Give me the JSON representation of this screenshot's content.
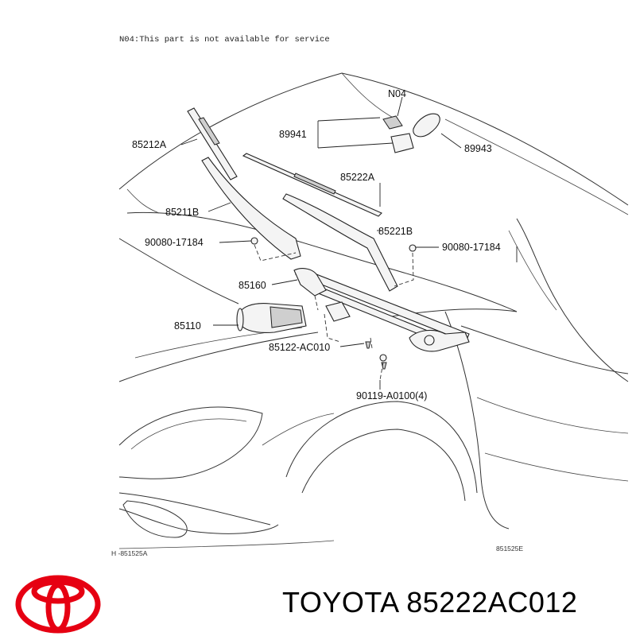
{
  "note": "N04:This part is not available for service",
  "callouts": {
    "n04": "N04",
    "p89941": "89941",
    "p89943": "89943",
    "p85212A": "85212A",
    "p85222A": "85222A",
    "p85211B": "85211B",
    "p85221B": "85221B",
    "p90080_left": "90080-17184",
    "p90080_right": "90080-17184",
    "p85160": "85160",
    "p85110": "85110",
    "p85122": "85122-AC010",
    "p90119": "90119-A0100(4)"
  },
  "figure_codes": {
    "left": "H -851525A",
    "right": "851525E"
  },
  "brand": {
    "name": "TOYOTA 85222AC012",
    "logo_color": "#e60012",
    "logo_icon": "toyota-emblem-icon"
  }
}
